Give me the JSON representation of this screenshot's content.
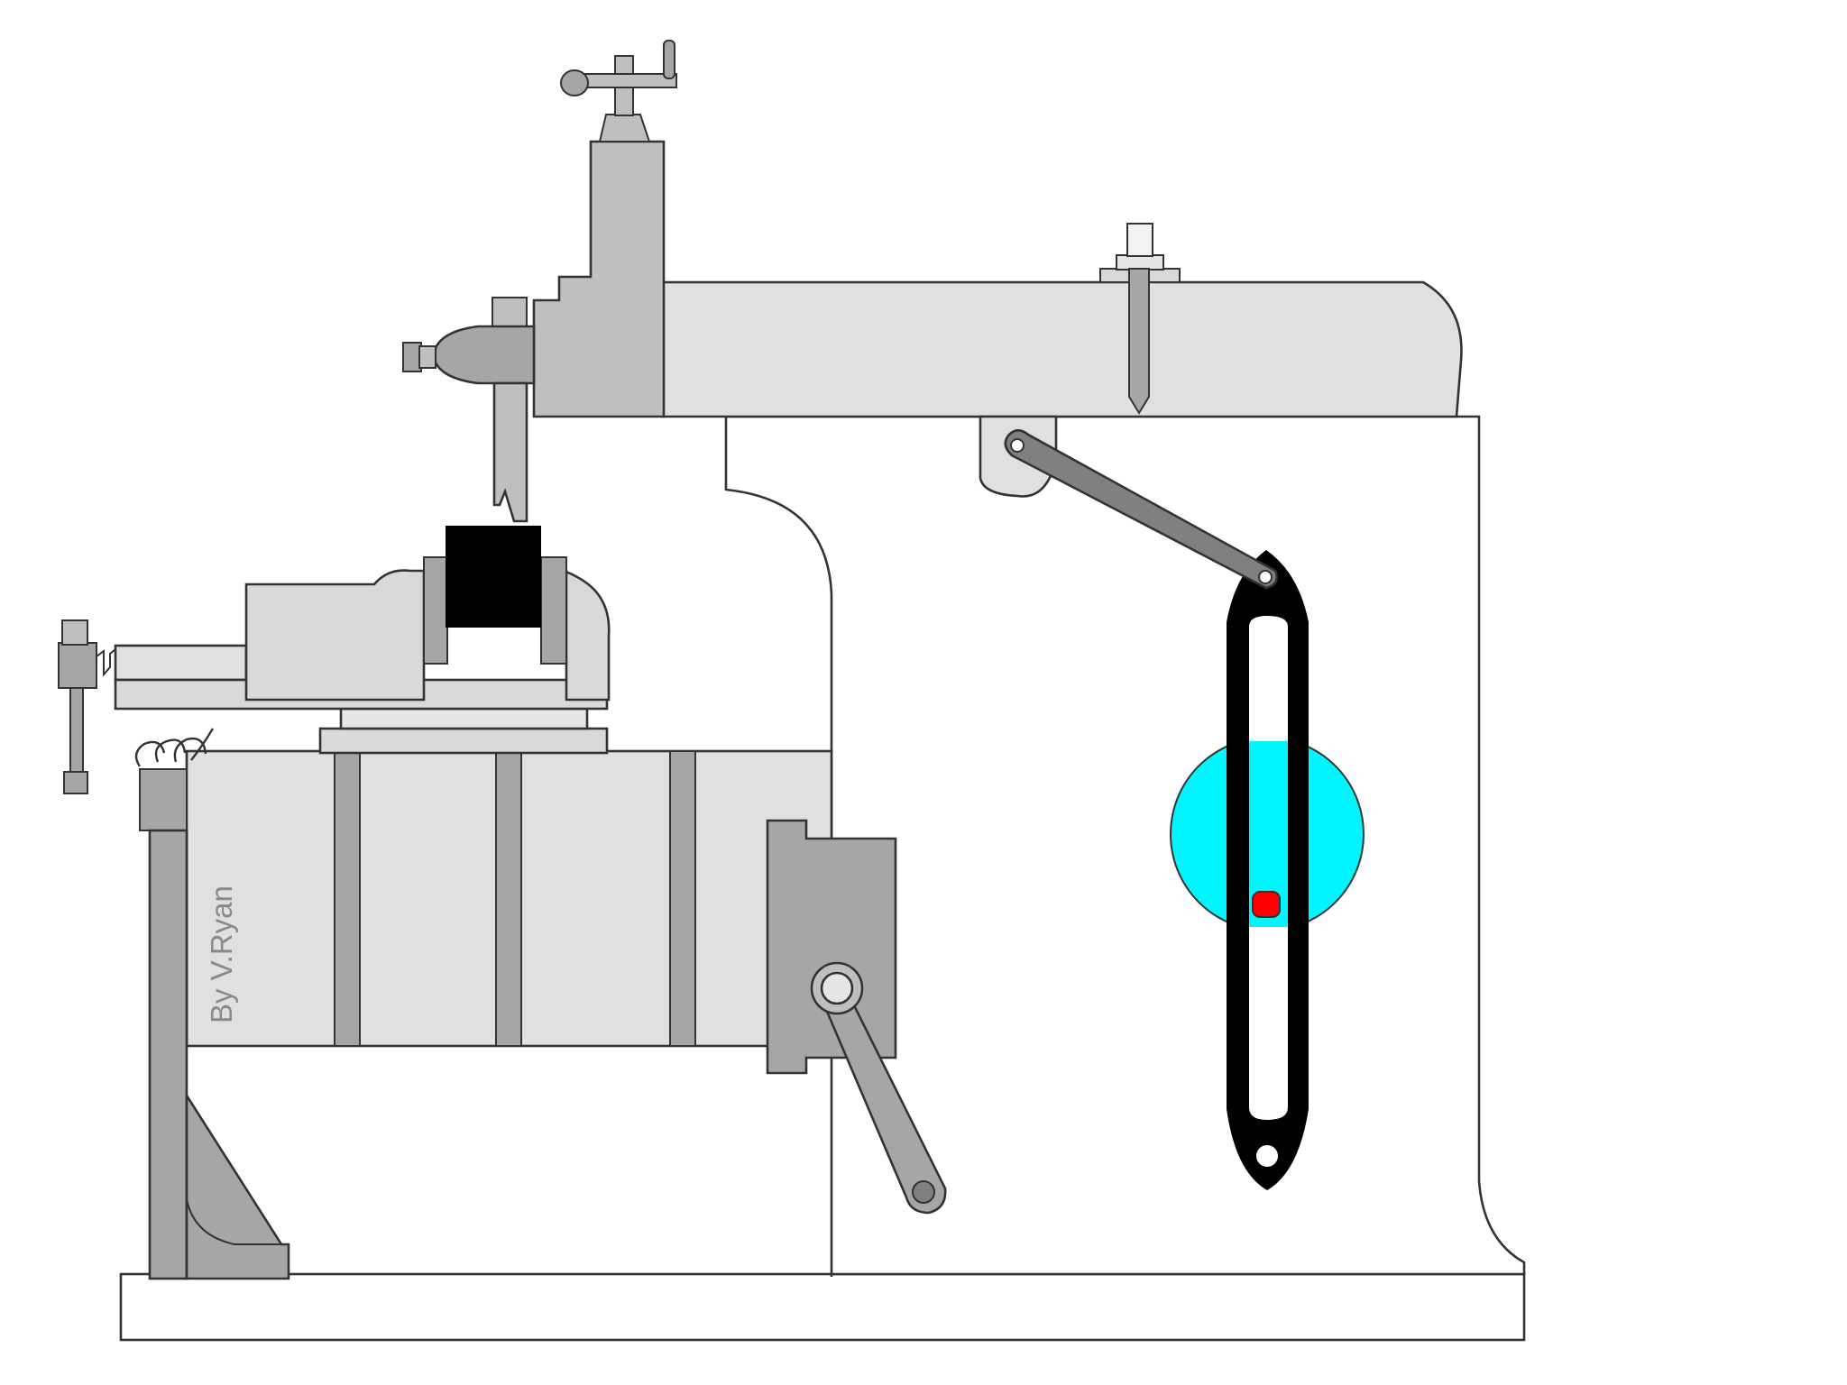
{
  "diagram": {
    "credit": "By V.Ryan",
    "colors": {
      "background": "#ffffff",
      "body_light": "#e0e0e0",
      "body_mid": "#bfbfbf",
      "body_dark": "#a6a6a6",
      "outline": "#333333",
      "slotted_link": "#000000",
      "bull_gear": "#00f5ff",
      "crank_pin": "#ff0000",
      "workpiece": "#000000",
      "credit_text": "#8a8a8a"
    },
    "icons": [
      "column-frame",
      "base",
      "ram",
      "tool-head",
      "vertical-feed-handle",
      "clapper-box",
      "cutting-tool",
      "ram-position-lever",
      "ram-link",
      "slotted-lever",
      "bull-gear",
      "crank-pin",
      "table",
      "table-support",
      "cross-feed-screw",
      "vice",
      "workpiece",
      "crank-handle",
      "swarf"
    ]
  }
}
